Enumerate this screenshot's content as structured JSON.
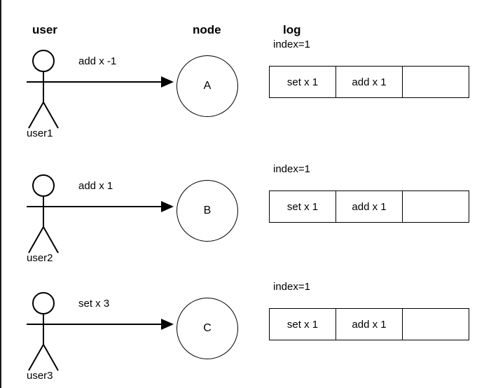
{
  "headers": {
    "user": "user",
    "node": "node",
    "log": "log"
  },
  "rows": [
    {
      "actor_label": "user1",
      "message": "add x -1",
      "node": "A",
      "index_label": "index=1",
      "log_cells": [
        "set x 1",
        "add x 1",
        ""
      ]
    },
    {
      "actor_label": "user2",
      "message": "add x 1",
      "node": "B",
      "index_label": "index=1",
      "log_cells": [
        "set x 1",
        "add x 1",
        ""
      ]
    },
    {
      "actor_label": "user3",
      "message": "set x 3",
      "node": "C",
      "index_label": "index=1",
      "log_cells": [
        "set x 1",
        "add x 1",
        ""
      ]
    }
  ],
  "style": {
    "stroke": "#000000",
    "background": "#ffffff",
    "frame_border": "#1a1a1a"
  }
}
